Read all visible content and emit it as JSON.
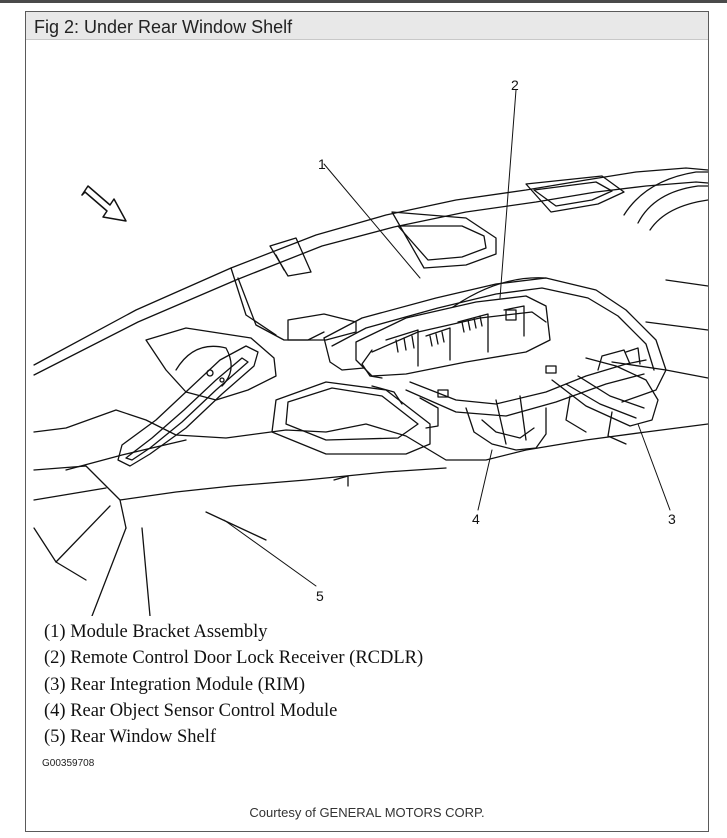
{
  "caption": "Fig 2: Under Rear Window Shelf",
  "callouts": [
    "1",
    "2",
    "3",
    "4",
    "5"
  ],
  "legend": [
    "(1) Module Bracket Assembly",
    "(2) Remote Control Door Lock Receiver (RCDLR)",
    "(3) Rear Integration Module (RIM)",
    "(4) Rear Object Sensor Control Module",
    "(5) Rear Window Shelf"
  ],
  "figure_code": "G00359708",
  "credit": "Courtesy of GENERAL MOTORS CORP.",
  "icons": {
    "direction_arrow": "forward-arrow-icon"
  }
}
